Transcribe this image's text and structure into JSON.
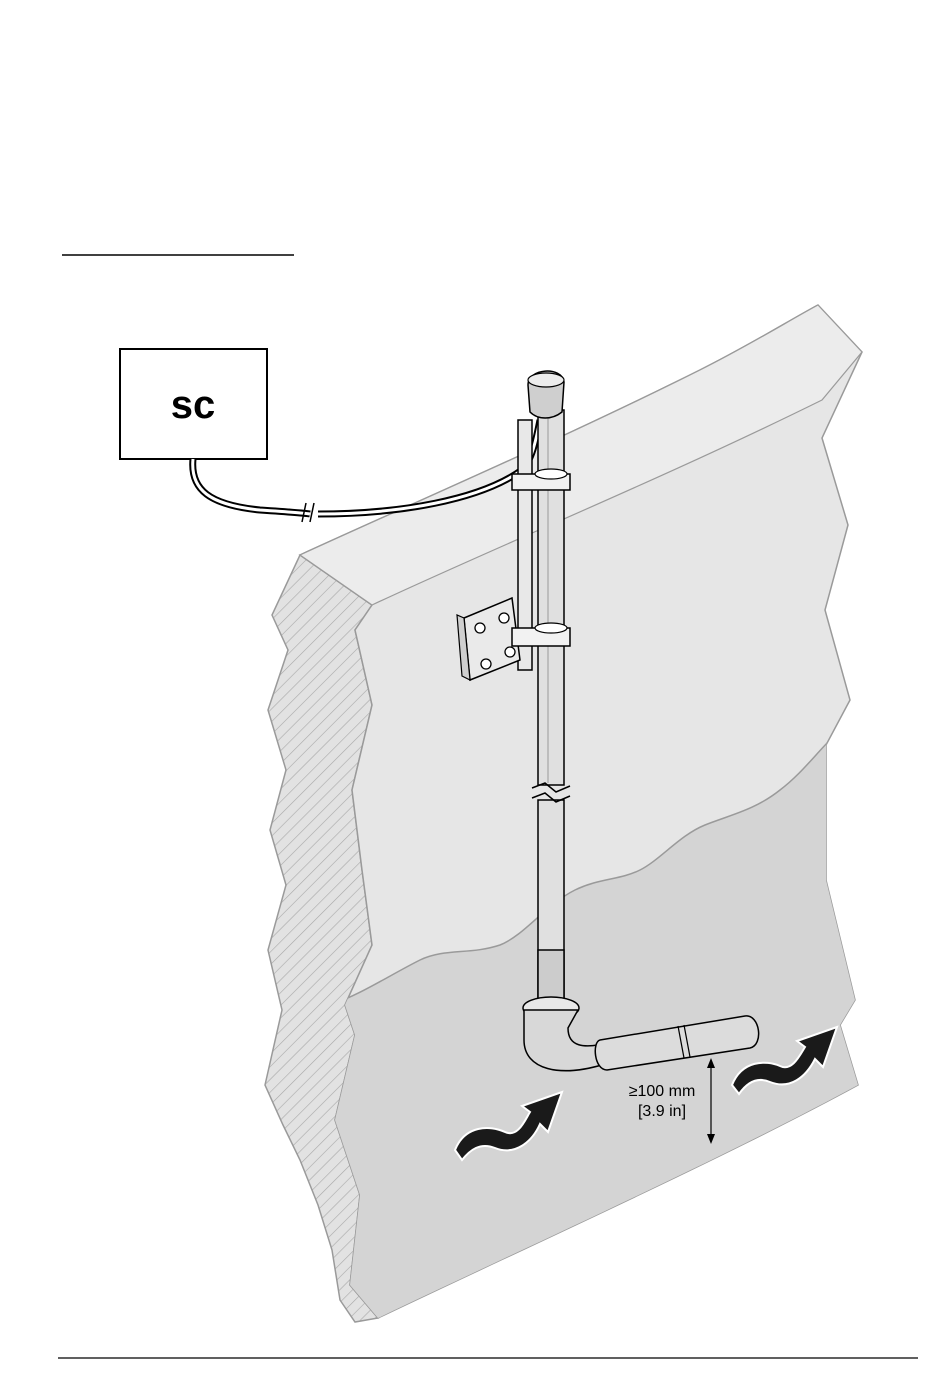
{
  "controller": {
    "label": "sc"
  },
  "dimension": {
    "value": "≥100 mm",
    "imperial": "[3.9 in]"
  },
  "colors": {
    "wall": "#e6e6e6",
    "water": "#d4d4d4",
    "hatch": "#a8a8a8",
    "outline": "#9a9a9a",
    "pipe": "#d8d8d8",
    "arrow": "#1a1a1a"
  }
}
